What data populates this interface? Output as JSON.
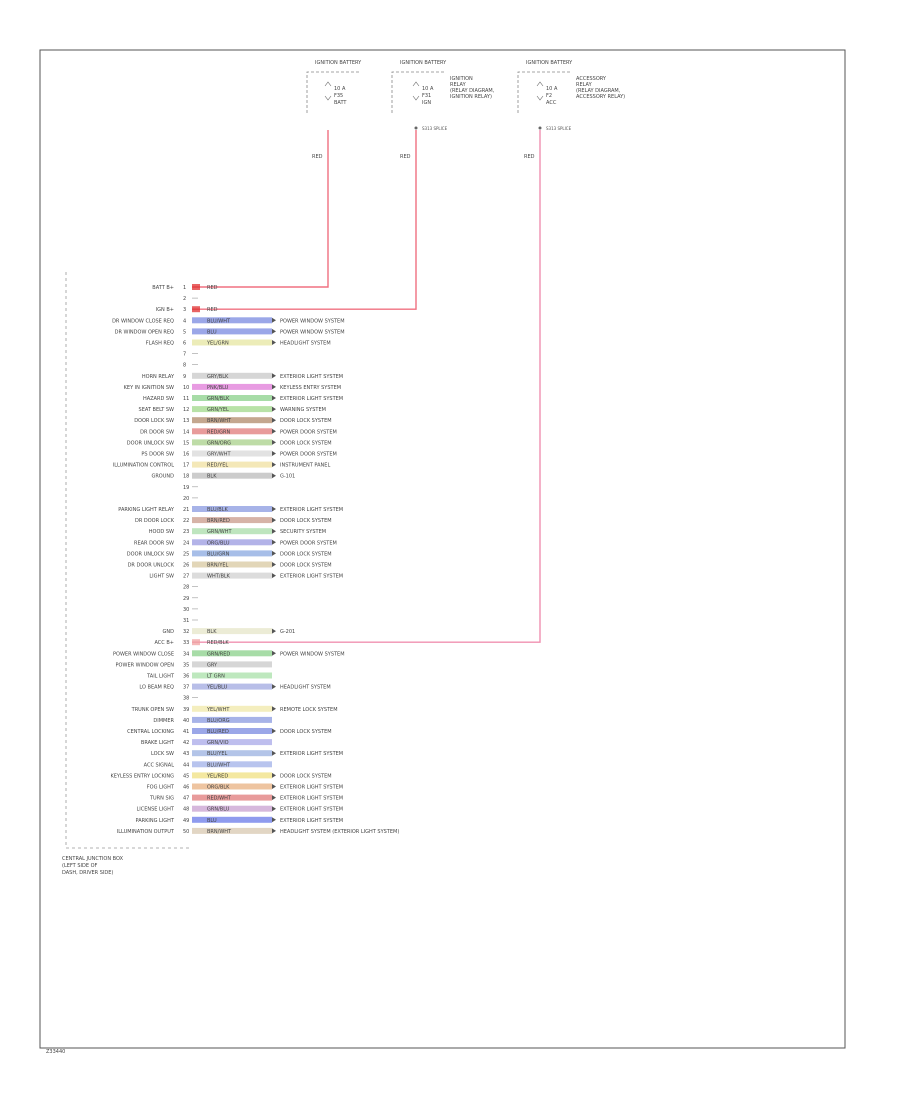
{
  "diagram": {
    "footer_code": "Z33440",
    "module_label": [
      "CENTRAL JUNCTION BOX",
      "(LEFT SIDE OF",
      "DASH, DRIVER SIDE)"
    ]
  },
  "fuses": [
    {
      "box": "IGNITION BATTERY",
      "lines": [
        "10 A",
        "F35",
        "BATT"
      ],
      "side": [],
      "wire": "RED",
      "splice": ""
    },
    {
      "box": "IGNITION BATTERY",
      "lines": [
        "10 A",
        "F31",
        "IGN"
      ],
      "side": [
        "IGNITION",
        "RELAY",
        "(RELAY DIAGRAM,",
        "IGNITION RELAY)"
      ],
      "wire": "RED",
      "splice": "S313 SPLICE"
    },
    {
      "box": "IGNITION BATTERY",
      "lines": [
        "10 A",
        "F2",
        "ACC"
      ],
      "side": [
        "ACCESSORY",
        "RELAY",
        "(RELAY DIAGRAM,",
        "ACCESSORY RELAY)"
      ],
      "wire": "RED",
      "splice": "S313 SPLICE"
    }
  ],
  "pins": [
    {
      "label": "BATT B+",
      "num": "1",
      "wire": "RED",
      "color": "#e03030",
      "dest": ""
    },
    {
      "label": "",
      "num": "2",
      "wire": "",
      "color": "",
      "dest": ""
    },
    {
      "label": "IGN B+",
      "num": "3",
      "wire": "RED",
      "color": "#e03030",
      "dest": ""
    },
    {
      "label": "DR WINDOW CLOSE REQ",
      "num": "4",
      "wire": "BLU/WHT",
      "color": "#7a8ae0",
      "dest": "POWER WINDOW SYSTEM"
    },
    {
      "label": "DR WINDOW OPEN REQ",
      "num": "5",
      "wire": "BLU",
      "color": "#7a8ae0",
      "dest": "POWER WINDOW SYSTEM"
    },
    {
      "label": "FLASH REQ",
      "num": "6",
      "wire": "YEL/GRN",
      "color": "#e6e6a0",
      "dest": "HEADLIGHT SYSTEM"
    },
    {
      "label": "",
      "num": "7",
      "wire": "",
      "color": "",
      "dest": ""
    },
    {
      "label": "",
      "num": "8",
      "wire": "",
      "color": "",
      "dest": ""
    },
    {
      "label": "HORN RELAY",
      "num": "9",
      "wire": "GRY/BLK",
      "color": "#c8c8c8",
      "dest": "EXTERIOR LIGHT SYSTEM"
    },
    {
      "label": "KEY IN IGNITION SW",
      "num": "10",
      "wire": "PNK/BLU",
      "color": "#e07ad8",
      "dest": "KEYLESS ENTRY SYSTEM"
    },
    {
      "label": "HAZARD SW",
      "num": "11",
      "wire": "GRN/BLK",
      "color": "#8ad08a",
      "dest": "EXTERIOR LIGHT SYSTEM"
    },
    {
      "label": "SEAT BELT SW",
      "num": "12",
      "wire": "GRN/YEL",
      "color": "#a0d88a",
      "dest": "WARNING SYSTEM"
    },
    {
      "label": "DOOR LOCK SW",
      "num": "13",
      "wire": "BRN/WHT",
      "color": "#b08a6a",
      "dest": "DOOR LOCK SYSTEM"
    },
    {
      "label": "DR DOOR SW",
      "num": "14",
      "wire": "RED/GRN",
      "color": "#e07a7a",
      "dest": "POWER DOOR SYSTEM"
    },
    {
      "label": "DOOR UNLOCK SW",
      "num": "15",
      "wire": "GRN/ORG",
      "color": "#a8d08a",
      "dest": "DOOR LOCK SYSTEM"
    },
    {
      "label": "PS DOOR SW",
      "num": "16",
      "wire": "GRY/WHT",
      "color": "#d8d8d8",
      "dest": "POWER DOOR SYSTEM"
    },
    {
      "label": "ILLUMINATION CONTROL",
      "num": "17",
      "wire": "RED/YEL",
      "color": "#f0e0a0",
      "dest": "INSTRUMENT PANEL"
    },
    {
      "label": "GROUND",
      "num": "18",
      "wire": "BLK",
      "color": "#bbbbbb",
      "dest": "G-101"
    },
    {
      "label": "",
      "num": "19",
      "wire": "",
      "color": "",
      "dest": ""
    },
    {
      "label": "",
      "num": "20",
      "wire": "",
      "color": "",
      "dest": ""
    },
    {
      "label": "PARKING LIGHT RELAY",
      "num": "21",
      "wire": "BLU/BLK",
      "color": "#8a9ae0",
      "dest": "EXTERIOR LIGHT SYSTEM"
    },
    {
      "label": "DR DOOR LOCK",
      "num": "22",
      "wire": "BRN/RED",
      "color": "#c89a8a",
      "dest": "DOOR LOCK SYSTEM"
    },
    {
      "label": "HOOD SW",
      "num": "23",
      "wire": "GRN/WHT",
      "color": "#a8dca8",
      "dest": "SECURITY SYSTEM"
    },
    {
      "label": "REAR DOOR SW",
      "num": "24",
      "wire": "ORG/BLU",
      "color": "#9a9ae0",
      "dest": "POWER DOOR SYSTEM"
    },
    {
      "label": "DOOR UNLOCK SW",
      "num": "25",
      "wire": "BLU/GRN",
      "color": "#8aa8e0",
      "dest": "DOOR LOCK SYSTEM"
    },
    {
      "label": "DR DOOR UNLOCK",
      "num": "26",
      "wire": "BRN/YEL",
      "color": "#d8c8a0",
      "dest": "DOOR LOCK SYSTEM"
    },
    {
      "label": "LIGHT SW",
      "num": "27",
      "wire": "WHT/BLK",
      "color": "#d0d0d0",
      "dest": "EXTERIOR LIGHT SYSTEM"
    },
    {
      "label": "",
      "num": "28",
      "wire": "",
      "color": "",
      "dest": ""
    },
    {
      "label": "",
      "num": "29",
      "wire": "",
      "color": "",
      "dest": ""
    },
    {
      "label": "",
      "num": "30",
      "wire": "",
      "color": "",
      "dest": ""
    },
    {
      "label": "",
      "num": "31",
      "wire": "",
      "color": "",
      "dest": ""
    },
    {
      "label": "GND",
      "num": "32",
      "wire": "BLK",
      "color": "#e6e6c8",
      "dest": "G-201"
    },
    {
      "label": "ACC B+",
      "num": "33",
      "wire": "RED/BLK",
      "color": "#f0a0a0",
      "dest": ""
    },
    {
      "label": "POWER WINDOW CLOSE",
      "num": "34",
      "wire": "GRN/RED",
      "color": "#8ad08a",
      "dest": "POWER WINDOW SYSTEM"
    },
    {
      "label": "POWER WINDOW OPEN",
      "num": "35",
      "wire": "GRY",
      "color": "#c8c8c8",
      "dest": ""
    },
    {
      "label": "TAIL LIGHT",
      "num": "36",
      "wire": "LT GRN",
      "color": "#a8e0a8",
      "dest": ""
    },
    {
      "label": "LO BEAM REQ",
      "num": "37",
      "wire": "YEL/BLU",
      "color": "#a0a8e0",
      "dest": "HEADLIGHT SYSTEM"
    },
    {
      "label": "",
      "num": "38",
      "wire": "",
      "color": "",
      "dest": ""
    },
    {
      "label": "TRUNK OPEN SW",
      "num": "39",
      "wire": "YEL/WHT",
      "color": "#f0e8a8",
      "dest": "REMOTE LOCK SYSTEM"
    },
    {
      "label": "DIMMER",
      "num": "40",
      "wire": "BLU/ORG",
      "color": "#8a9ae0",
      "dest": ""
    },
    {
      "label": "CENTRAL LOCKING",
      "num": "41",
      "wire": "BLU/RED",
      "color": "#7a8ae0",
      "dest": "DOOR LOCK SYSTEM"
    },
    {
      "label": "BRAKE LIGHT",
      "num": "42",
      "wire": "GRN/VIO",
      "color": "#a8a8e8",
      "dest": ""
    },
    {
      "label": "LOCK SW",
      "num": "43",
      "wire": "BLU/YEL",
      "color": "#9ab0e0",
      "dest": "EXTERIOR LIGHT SYSTEM"
    },
    {
      "label": "ACC SIGNAL",
      "num": "44",
      "wire": "BLU/WHT",
      "color": "#a0b0e8",
      "dest": ""
    },
    {
      "label": "KEYLESS ENTRY LOCKING",
      "num": "45",
      "wire": "YEL/RED",
      "color": "#f0e080",
      "dest": "DOOR LOCK SYSTEM"
    },
    {
      "label": "FOG LIGHT",
      "num": "46",
      "wire": "ORG/BLK",
      "color": "#e8b080",
      "dest": "EXTERIOR LIGHT SYSTEM"
    },
    {
      "label": "TURN SIG",
      "num": "47",
      "wire": "RED/WHT",
      "color": "#e07a7a",
      "dest": "EXTERIOR LIGHT SYSTEM"
    },
    {
      "label": "LICENSE LIGHT",
      "num": "48",
      "wire": "GRN/BLU",
      "color": "#c8a0d0",
      "dest": "EXTERIOR LIGHT SYSTEM"
    },
    {
      "label": "PARKING LIGHT",
      "num": "49",
      "wire": "BLU",
      "color": "#6a7ae8",
      "dest": "EXTERIOR LIGHT SYSTEM"
    },
    {
      "label": "ILLUMINATION OUTPUT",
      "num": "50",
      "wire": "BRN/WHT",
      "color": "#d8c8b0",
      "dest": "HEADLIGHT SYSTEM (EXTERIOR LIGHT SYSTEM)"
    }
  ],
  "colors": {
    "frame": "#555555",
    "power_wire": "#f07080",
    "accessory_wire": "#f090b0",
    "empty_pin": "#999999",
    "text": "#444444"
  }
}
